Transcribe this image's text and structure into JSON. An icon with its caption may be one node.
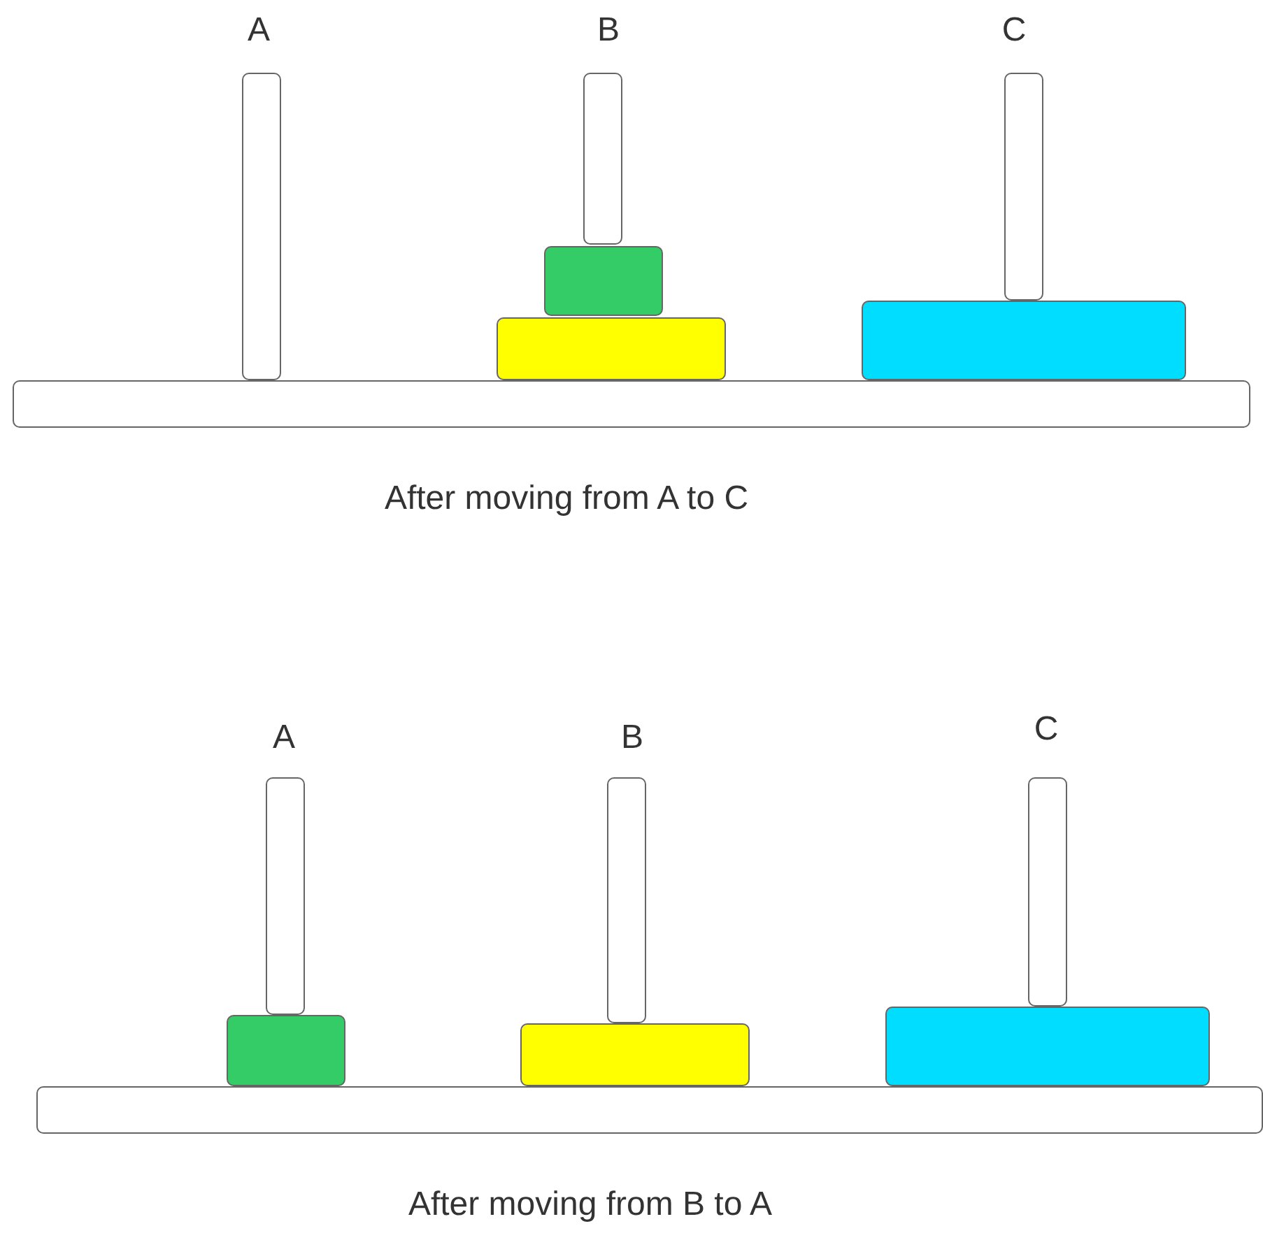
{
  "diagram": {
    "labels": [
      "A",
      "B",
      "C",
      "After moving from A to C",
      "A",
      "B",
      "C",
      "After moving from B to A"
    ]
  }
}
